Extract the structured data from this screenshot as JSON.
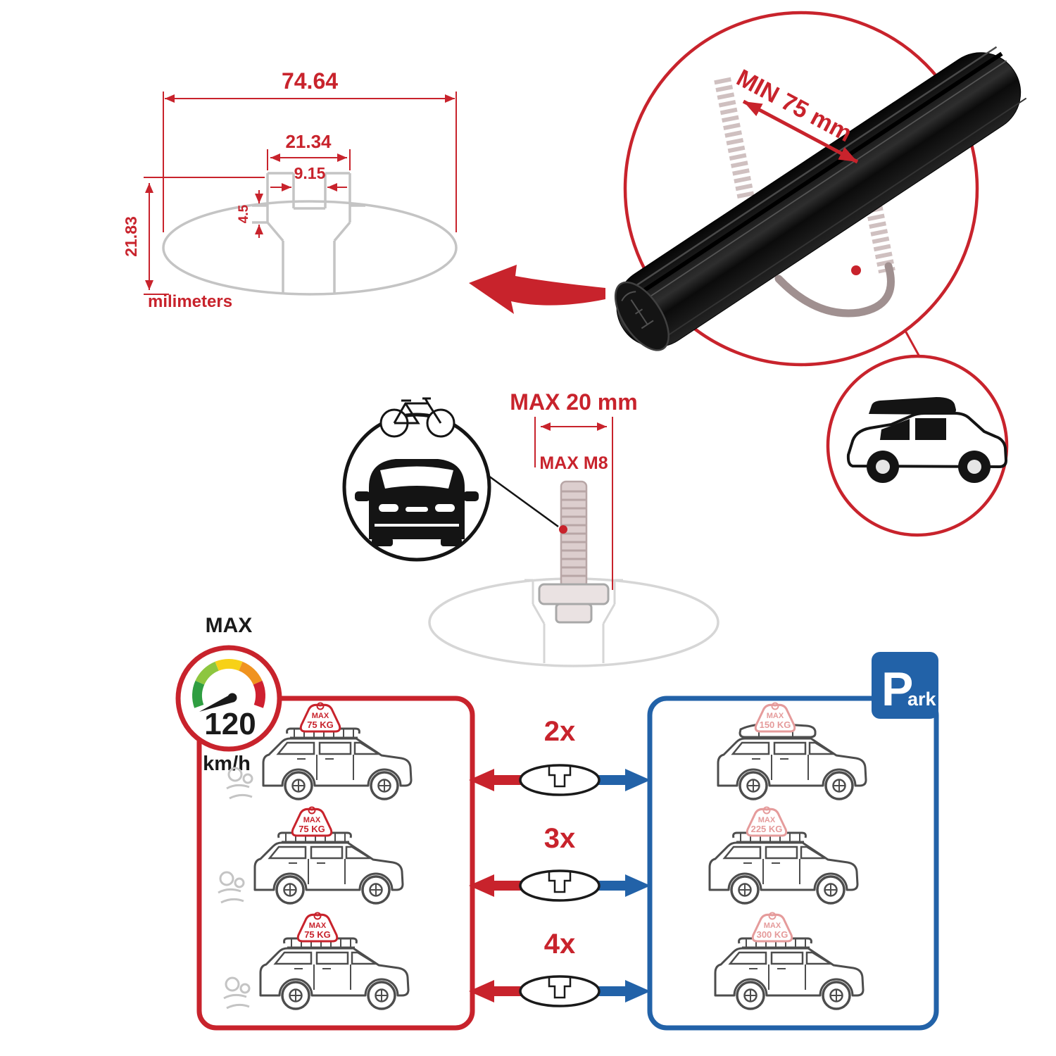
{
  "colors": {
    "red": "#c8232c",
    "blue": "#2262a8",
    "gray": "#c4c4c4",
    "black": "#1a1a1a",
    "pink": "#e59b9b"
  },
  "dimension_diagram": {
    "total_width": "74.64",
    "channel_width": "21.34",
    "slot_width": "9.15",
    "lip_height": "4.5",
    "total_height": "21.83",
    "units_label": "milimeters"
  },
  "crossbar_detail": {
    "min_clamp_label": "MIN 75 mm"
  },
  "bolt_detail": {
    "max_width_label": "MAX 20 mm",
    "max_thread_label": "MAX M8"
  },
  "speed_limit": {
    "title": "MAX",
    "value": "120",
    "units": "km/h"
  },
  "park_sign": {
    "letter": "P",
    "suffix": "ark"
  },
  "load_table": {
    "driving": [
      {
        "max_label": "MAX",
        "weight": "75 KG"
      },
      {
        "max_label": "MAX",
        "weight": "75 KG"
      },
      {
        "max_label": "MAX",
        "weight": "75 KG"
      }
    ],
    "counts": [
      "2x",
      "3x",
      "4x"
    ],
    "parked": [
      {
        "max_label": "MAX",
        "weight": "150 KG"
      },
      {
        "max_label": "MAX",
        "weight": "225 KG"
      },
      {
        "max_label": "MAX",
        "weight": "300 KG"
      }
    ]
  }
}
